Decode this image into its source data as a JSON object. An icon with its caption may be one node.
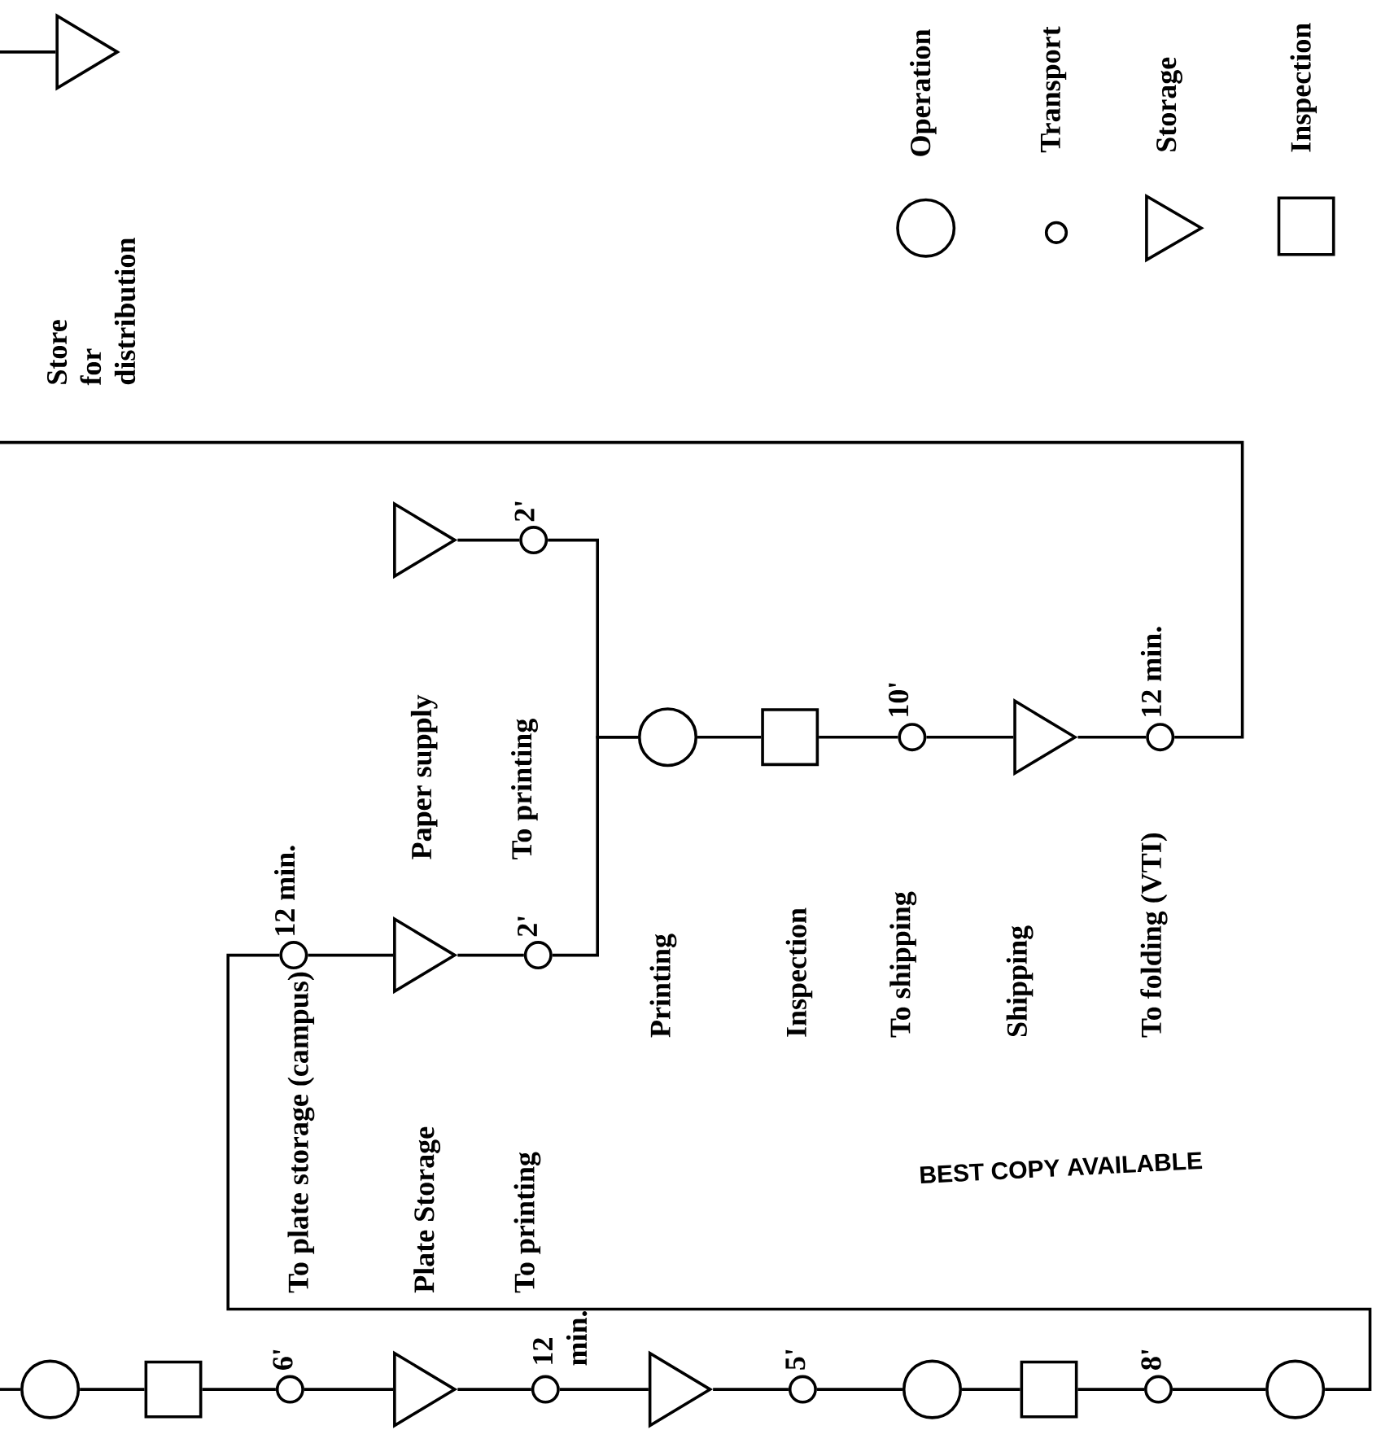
{
  "diagram": {
    "nodes": [
      {
        "text": [],
        "shape": "circle"
      },
      {
        "text": [],
        "shape": "box"
      },
      {
        "text": [],
        "shape": "circle",
        "beside": [
          "6'"
        ]
      },
      {
        "text": [],
        "shape": "triangle"
      },
      {
        "text": [],
        "shape": "circle",
        "beside": [
          "12 min."
        ]
      },
      {
        "text": [],
        "shape": "triangle"
      },
      {
        "text": [],
        "shape": "circle",
        "beside": [
          "5'"
        ]
      },
      {
        "text": [],
        "shape": "circle"
      },
      {
        "text": [],
        "shape": "box"
      },
      {
        "text": [],
        "shape": "circle",
        "beside": [
          "8'"
        ]
      },
      {
        "text": [],
        "shape": "circle"
      },
      {
        "text": [],
        "shape": "circle",
        "beside": [
          "12 min."
        ]
      },
      {
        "text": [],
        "shape": "triangle"
      },
      {
        "text": [],
        "shape": "circle",
        "beside": [
          "2'"
        ]
      },
      {
        "text": [],
        "shape": "triangle"
      },
      {
        "text": [],
        "shape": "circle",
        "beside": [
          "2'"
        ]
      },
      {
        "text": [],
        "shape": "circle"
      },
      {
        "text": [],
        "shape": "box"
      },
      {
        "text": [],
        "shape": "circle",
        "beside": [
          "10'"
        ]
      },
      {
        "text": [],
        "shape": "triangle"
      },
      {
        "text": [],
        "shape": "circle",
        "beside": [
          "12 min."
        ]
      },
      {
        "text": [],
        "shape": "triangle"
      }
    ],
    "edges": [
      {
        "from": null,
        "to": 0,
        "arrow": "none"
      },
      {
        "from": 0,
        "to": 1,
        "arrow": "none"
      },
      {
        "from": 1,
        "to": 2,
        "arrow": "none"
      },
      {
        "from": 2,
        "to": 3,
        "arrow": "none"
      },
      {
        "from": 3,
        "to": 4,
        "arrow": "none"
      },
      {
        "from": 4,
        "to": 5,
        "arrow": "none"
      },
      {
        "from": 5,
        "to": 6,
        "arrow": "none"
      },
      {
        "from": 6,
        "to": 7,
        "arrow": "none"
      },
      {
        "from": 7,
        "to": 8,
        "arrow": "none"
      },
      {
        "from": 8,
        "to": 9,
        "arrow": "none"
      },
      {
        "from": 9,
        "to": 10,
        "arrow": "none"
      },
      {
        "from": 10,
        "to": 11,
        "arrow": "none"
      },
      {
        "from": 11,
        "to": 12,
        "arrow": "none"
      },
      {
        "from": 12,
        "to": 13,
        "arrow": "none"
      },
      {
        "from": 13,
        "to": 16,
        "arrow": "none"
      },
      {
        "from": 14,
        "to": 15,
        "arrow": "none"
      },
      {
        "from": 15,
        "to": 16,
        "arrow": "none"
      },
      {
        "from": 16,
        "to": 17,
        "arrow": "none"
      },
      {
        "from": 17,
        "to": 18,
        "arrow": "none"
      },
      {
        "from": 18,
        "to": 19,
        "arrow": "none"
      },
      {
        "from": 19,
        "to": 20,
        "arrow": "none"
      },
      {
        "from": 20,
        "to": null,
        "arrow": "none"
      },
      {
        "from": null,
        "to": 21,
        "arrow": "none"
      }
    ],
    "labels": [
      "Store for distribution",
      "To plate storage (campus)",
      "Plate Storage",
      "To printing",
      "Paper supply",
      "To printing",
      "Printing",
      "Inspection",
      "To shipping",
      "Shipping",
      "To folding (VTI)",
      "BEST COPY AVAILABLE"
    ],
    "legend": [
      {
        "text": "Operation"
      },
      {
        "text": "Transport"
      },
      {
        "text": "Storage"
      },
      {
        "text": "Inspection"
      }
    ]
  }
}
